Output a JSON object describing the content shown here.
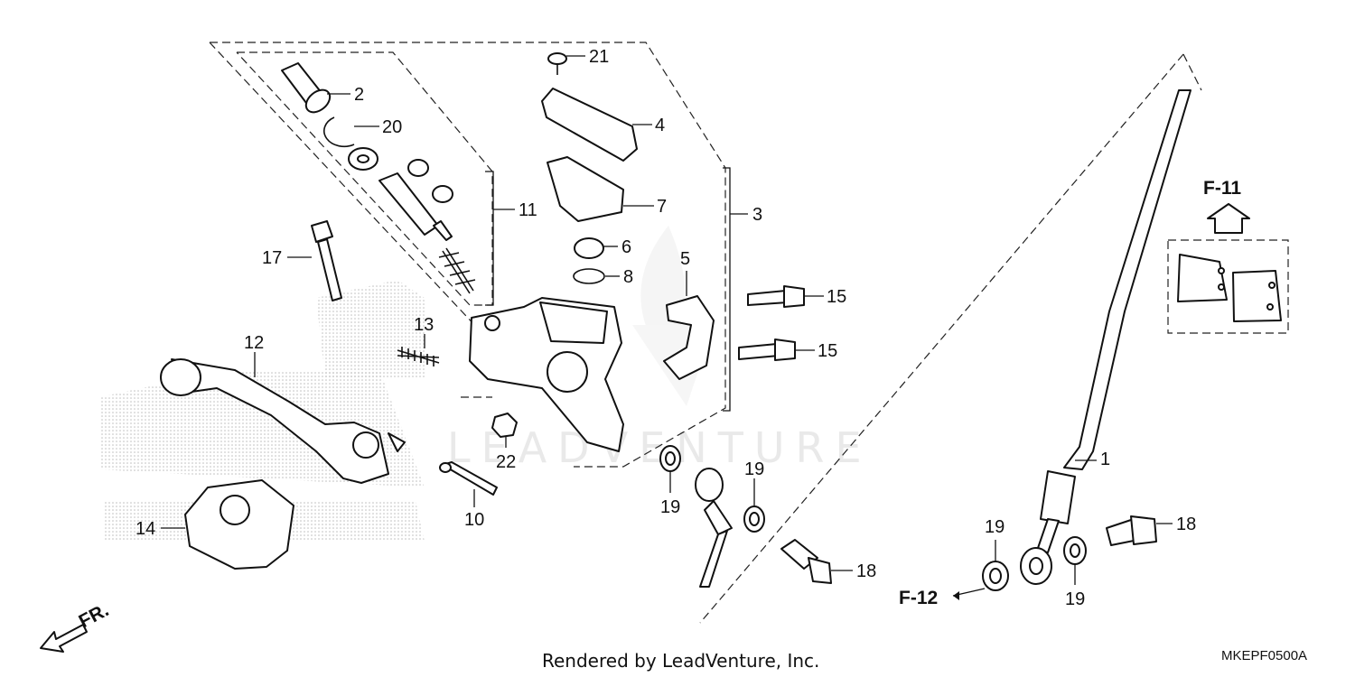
{
  "callouts": {
    "c1": "1",
    "c2": "2",
    "c3": "3",
    "c4": "4",
    "c5": "5",
    "c6": "6",
    "c7": "7",
    "c8": "8",
    "c10": "10",
    "c11": "11",
    "c12": "12",
    "c13": "13",
    "c14": "14",
    "c15a": "15",
    "c15b": "15",
    "c17": "17",
    "c18a": "18",
    "c18b": "18",
    "c19a": "19",
    "c19b": "19",
    "c19c": "19",
    "c19d": "19",
    "c20": "20",
    "c21": "21",
    "c22": "22"
  },
  "refs": {
    "f11": "F-11",
    "f12": "F-12",
    "fr": "FR."
  },
  "footer": {
    "rendered_by": "Rendered by LeadVenture, Inc.",
    "diagram_code": "MKEPF0500A"
  },
  "watermark": "LEADVENTURE"
}
